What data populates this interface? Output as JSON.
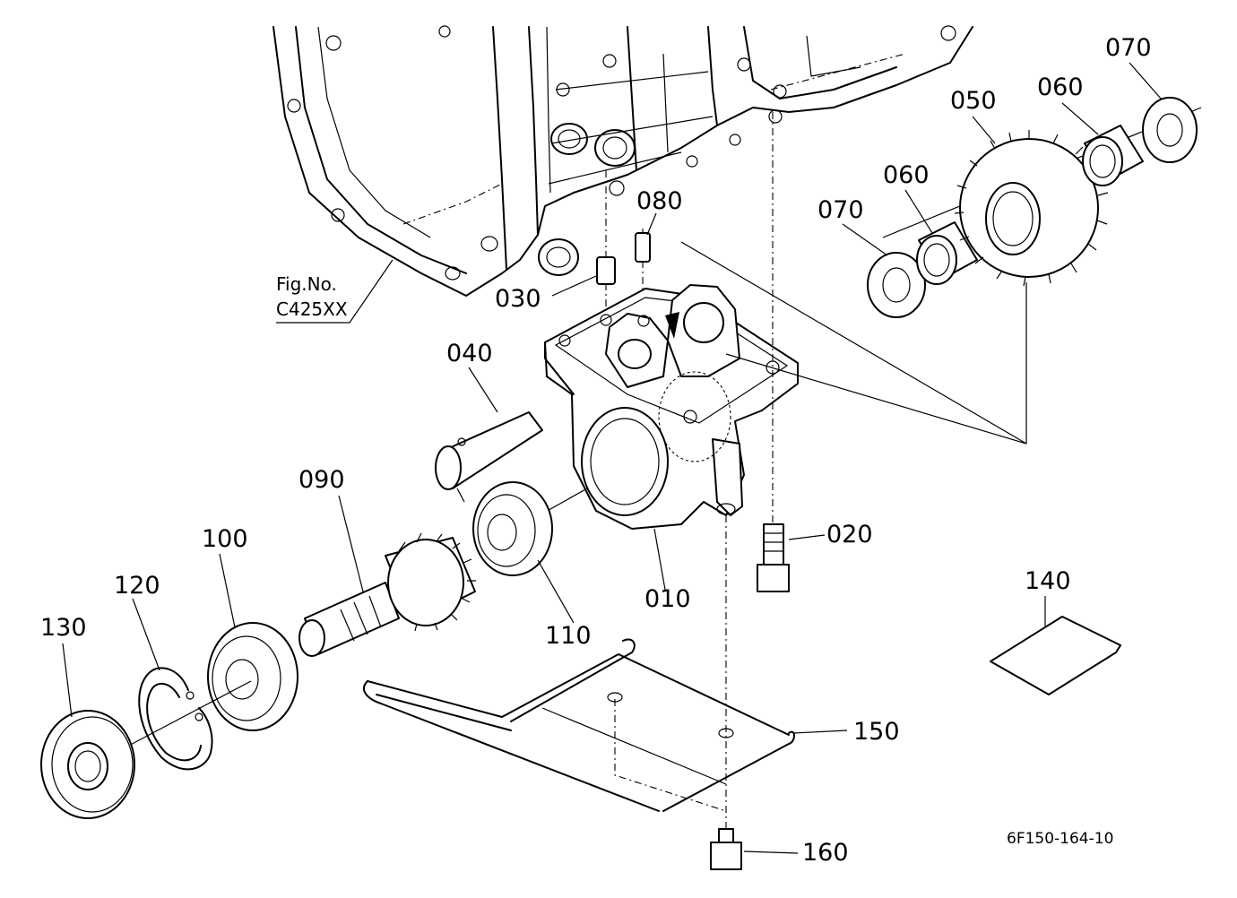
{
  "part_labels": [
    "010",
    "020",
    "030",
    "040",
    "050",
    "060",
    "060",
    "070",
    "070",
    "080",
    "090",
    "100",
    "110",
    "120",
    "130",
    "140",
    "150",
    "160"
  ],
  "figure_ref": {
    "line1": "Fig.No.",
    "line2": "C425XX"
  },
  "drawing_code": "6F150-164-10"
}
